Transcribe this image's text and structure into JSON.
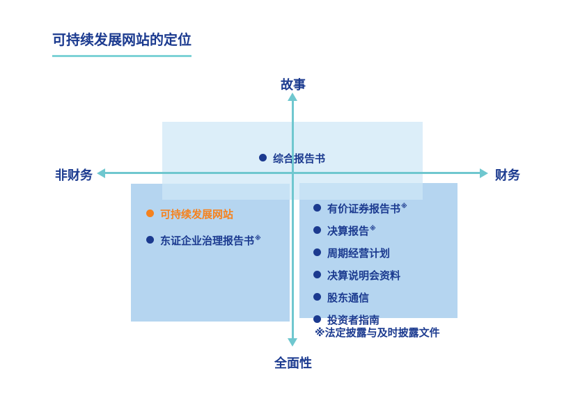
{
  "title": "可持续发展网站的定位",
  "axes": {
    "top": "故事",
    "bottom": "全面性",
    "left": "非财务",
    "right": "财务"
  },
  "top_box": {
    "items": [
      {
        "label": "综合报告书",
        "note": ""
      }
    ]
  },
  "left_box": {
    "items": [
      {
        "label": "可持续发展网站",
        "note": "",
        "highlight": "orange"
      },
      {
        "label": "东证企业治理报告书",
        "note": "※"
      }
    ]
  },
  "right_box": {
    "items": [
      {
        "label": "有价证券报告书",
        "note": "※"
      },
      {
        "label": "决算报告",
        "note": "※"
      },
      {
        "label": "周期经营计划",
        "note": ""
      },
      {
        "label": "决算说明会资料",
        "note": ""
      },
      {
        "label": "股东通信",
        "note": ""
      },
      {
        "label": "投资者指南",
        "note": ""
      }
    ]
  },
  "footnote": "※法定披露与及时披露文件",
  "colors": {
    "navy": "#1b3a8f",
    "orange": "#f5821e",
    "teal": "#6fc7cf",
    "teal_underline": "#7dd2d6",
    "box_blue": "#b5d5f0",
    "top_box_blue": "#ddeef9"
  }
}
